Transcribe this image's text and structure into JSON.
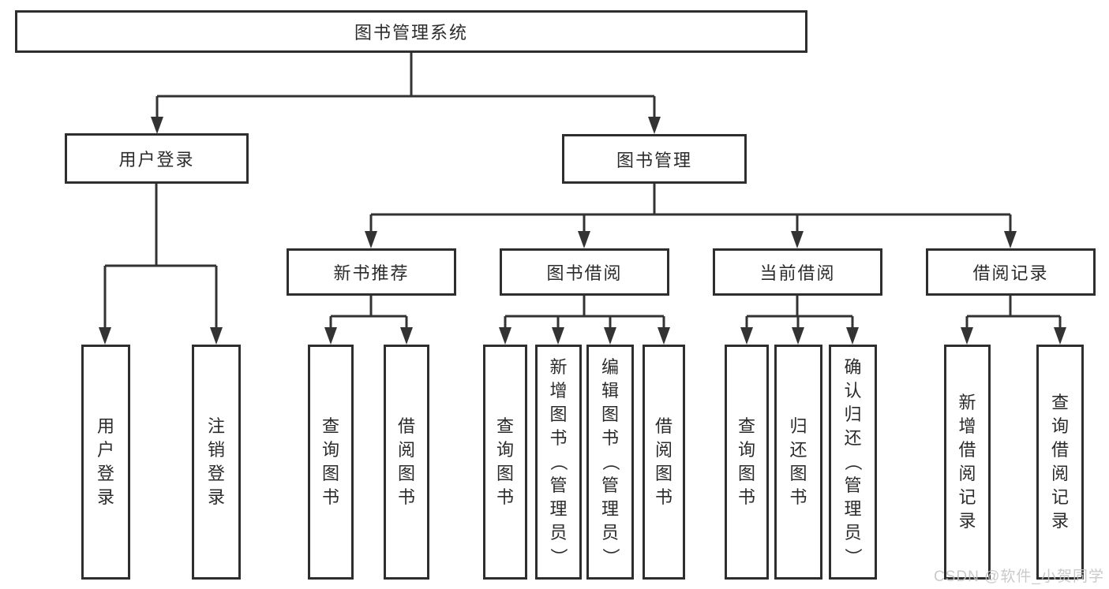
{
  "diagram": {
    "root": {
      "label": "图书管理系统"
    },
    "branches": [
      {
        "label": "用户登录",
        "children": [
          {
            "label": "用户登录"
          },
          {
            "label": "注销登录"
          }
        ]
      },
      {
        "label": "图书管理",
        "children": [
          {
            "label": "新书推荐",
            "children": [
              {
                "label": "查询图书"
              },
              {
                "label": "借阅图书"
              }
            ]
          },
          {
            "label": "图书借阅",
            "children": [
              {
                "label": "查询图书"
              },
              {
                "label": "新增图书（管理员）"
              },
              {
                "label": "编辑图书（管理员）"
              },
              {
                "label": "借阅图书"
              }
            ]
          },
          {
            "label": "当前借阅",
            "children": [
              {
                "label": "查询图书"
              },
              {
                "label": "归还图书"
              },
              {
                "label": "确认归还（管理员）"
              }
            ]
          },
          {
            "label": "借阅记录",
            "children": [
              {
                "label": "新增借阅记录"
              },
              {
                "label": "查询借阅记录"
              }
            ]
          }
        ]
      }
    ],
    "watermark": "CSDN @软件_小贺同学",
    "colors": {
      "line": "#333333",
      "border": "#2e2e2e",
      "text": "#2b2b2b",
      "watermark": "#c5c5c5",
      "background": "#ffffff"
    }
  }
}
